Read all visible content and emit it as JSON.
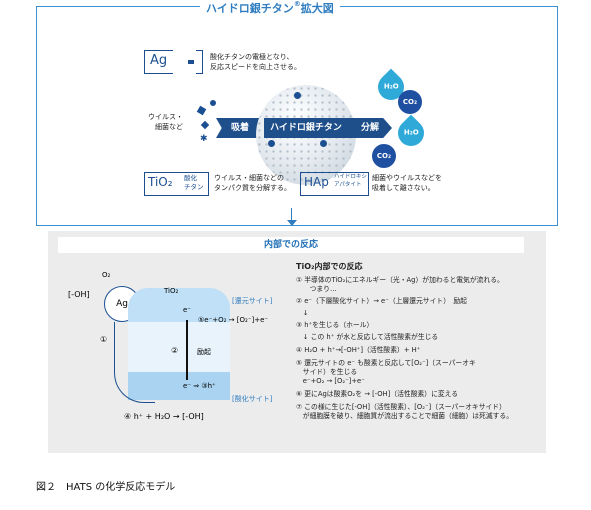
{
  "header": {
    "title": "ハイドロ銀チタン",
    "registered": "®",
    "suffix": "拡大図"
  },
  "top": {
    "ag": {
      "label": "Ag",
      "desc_1": "酸化チタンの電極となり、",
      "desc_2": "反応スピードを向上させる。"
    },
    "virus_label_1": "ウイルス・",
    "virus_label_2": "細菌など",
    "adsorb": "吸着",
    "center_label": "ハイドロ銀チタン",
    "decompose": "分解",
    "tio2": {
      "label": "TiO₂",
      "small_1": "酸化",
      "small_2": "チタン",
      "desc_1": "ウイルス・細菌などの",
      "desc_2": "タンパク質を分解する。"
    },
    "hap": {
      "label": "HAp",
      "small_1": "ハイドロキシ",
      "small_2": "アパタイト",
      "desc_1": "細菌やウイルスなどを",
      "desc_2": "吸着して離さない。"
    },
    "molecules": [
      "H₂O",
      "CO₂",
      "H₂O",
      "CO₂"
    ]
  },
  "bottom": {
    "title": "内部での反応",
    "diagram": {
      "o2": "O₂",
      "oh_left": "[-OH]",
      "ag": "Ag",
      "tio2": "TiO₂",
      "reduction": "[還元サイト]",
      "oxidation": "[酸化サイト]",
      "e_top": "e⁻",
      "eq_top": "⑤e⁻+O₂ → [O₂⁻]+e⁻",
      "excite": "励起",
      "e_bottom": "e⁻ ⇒ ③h⁺",
      "num1": "①",
      "num2": "②",
      "eq_bottom": "④ h⁺ + H₂O → [-OH]"
    },
    "steps_title": "TiO₂内部での反応",
    "steps": [
      "① 半導体のTiO₂にエネルギー（光・Ag）が加わると電気が流れる。",
      "　　つまり…",
      "② e⁻（下層酸化サイト）→ e⁻（上層還元サイト）　励起",
      "　↓",
      "③ h⁺を生じる（ホール）",
      "　↓ この h⁺ が水と反応して活性酸素が生じる",
      "④ H₂O + h⁺→[-OH⁺]（活性酸素）+ H⁺",
      "⑤ 還元サイトの e⁻ も酸素と反応して[O₂⁻]（スーパーオキ",
      "　サイド）を生じる",
      "　e⁻+O₂ → [O₂⁻]+e⁻",
      "⑥ 更にAgは酸素O₂を → [-OH]（活性酸素）に変える",
      "⑦ この様に生じた[-OH]（活性酸素）、[O₂⁻]（スーパーオキサイド）",
      "　が細胞膜を破り、細胞質が流出することで細菌（細胞）は死滅する。"
    ]
  },
  "caption": "図２　HATS の化学反応モデル",
  "colors": {
    "accent": "#2f7dc0",
    "navy": "#1f4f8a",
    "drop": "#2ea9d8",
    "co2": "#1e4fa1"
  }
}
